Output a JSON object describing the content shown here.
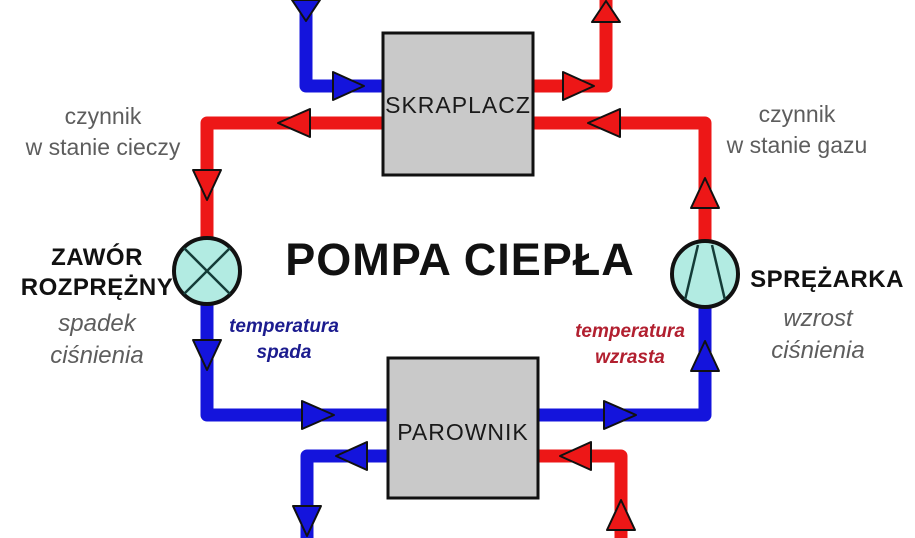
{
  "title": "POMPA CIEPŁA",
  "boxes": {
    "condenser": "SKRAPLACZ",
    "evaporator": "PAROWNIK"
  },
  "labels": {
    "expansion_valve": "ZAWÓR\nROZPRĘŻNY",
    "compressor": "SPRĘŻARKA"
  },
  "notes": {
    "pressure_drop": "spadek\nciśnienia",
    "pressure_rise": "wzrost\nciśnienia",
    "liquid_state": "czynnik\nw stanie cieczy",
    "gas_state": "czynnik\nw stanie gazu",
    "temperature_drop": "temperatura\nspada",
    "temperature_rise": "temperatura\nwzrasta"
  },
  "colors": {
    "hot_pipe": "#ed1717",
    "cold_pipe": "#1414dc",
    "box_fill": "#c9c9c9",
    "symbol_fill": "#b2ebe2",
    "outline": "#111111",
    "muted_text": "#5d5d5d",
    "cold_text": "#1c1c8f",
    "hot_text": "#b22030"
  }
}
